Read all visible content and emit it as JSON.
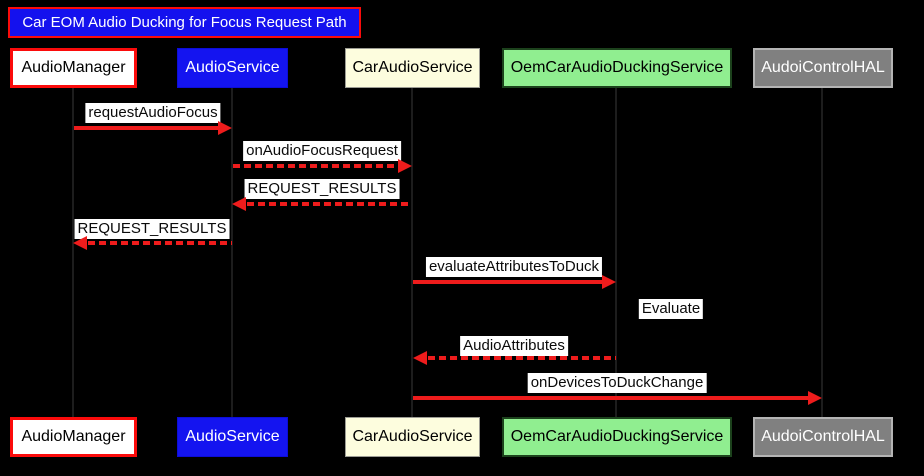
{
  "diagram": {
    "type": "sequence-diagram",
    "title": "Car EOM Audio Ducking for Focus Request Path",
    "background_color": "#000000",
    "arrow_color": "#ee1c1c",
    "title_box": {
      "bg": "#1411ee",
      "border": "#fb0b0b",
      "text_color": "#ffffff"
    }
  },
  "participants": [
    {
      "name": "AudioManager",
      "bg": "#ffffff",
      "border": "#fb0b0b",
      "text_color": "#000000"
    },
    {
      "name": "AudioService",
      "bg": "#1414f0",
      "border": "#0d0dd8",
      "text_color": "#ffffff"
    },
    {
      "name": "CarAudioService",
      "bg": "#fdfdde",
      "border": "#9c9c94",
      "text_color": "#000000"
    },
    {
      "name": "OemCarAudioDuckingService",
      "bg": "#90ee90",
      "border": "#1c421c",
      "text_color": "#000000"
    },
    {
      "name": "AudoiControlHAL",
      "bg": "#808080",
      "border": "#b4b4b4",
      "text_color": "#ffffff"
    }
  ],
  "messages": [
    {
      "label": "requestAudioFocus",
      "from": "AudioManager",
      "to": "AudioService",
      "line": "solid",
      "direction": "right"
    },
    {
      "label": "onAudioFocusRequest",
      "from": "AudioService",
      "to": "CarAudioService",
      "line": "dashed",
      "direction": "right"
    },
    {
      "label": "REQUEST_RESULTS",
      "from": "CarAudioService",
      "to": "AudioService",
      "line": "dashed",
      "direction": "left"
    },
    {
      "label": "REQUEST_RESULTS",
      "from": "AudioService",
      "to": "AudioManager",
      "line": "dashed",
      "direction": "left"
    },
    {
      "label": "evaluateAttributesToDuck",
      "from": "CarAudioService",
      "to": "OemCarAudioDuckingService",
      "line": "solid",
      "direction": "right"
    },
    {
      "label": "Evaluate",
      "from": "OemCarAudioDuckingService",
      "to": "OemCarAudioDuckingService",
      "line": "self",
      "direction": "self"
    },
    {
      "label": "AudioAttributes",
      "from": "OemCarAudioDuckingService",
      "to": "CarAudioService",
      "line": "dashed",
      "direction": "left"
    },
    {
      "label": "onDevicesToDuckChange",
      "from": "CarAudioService",
      "to": "AudoiControlHAL",
      "line": "solid",
      "direction": "right"
    }
  ]
}
